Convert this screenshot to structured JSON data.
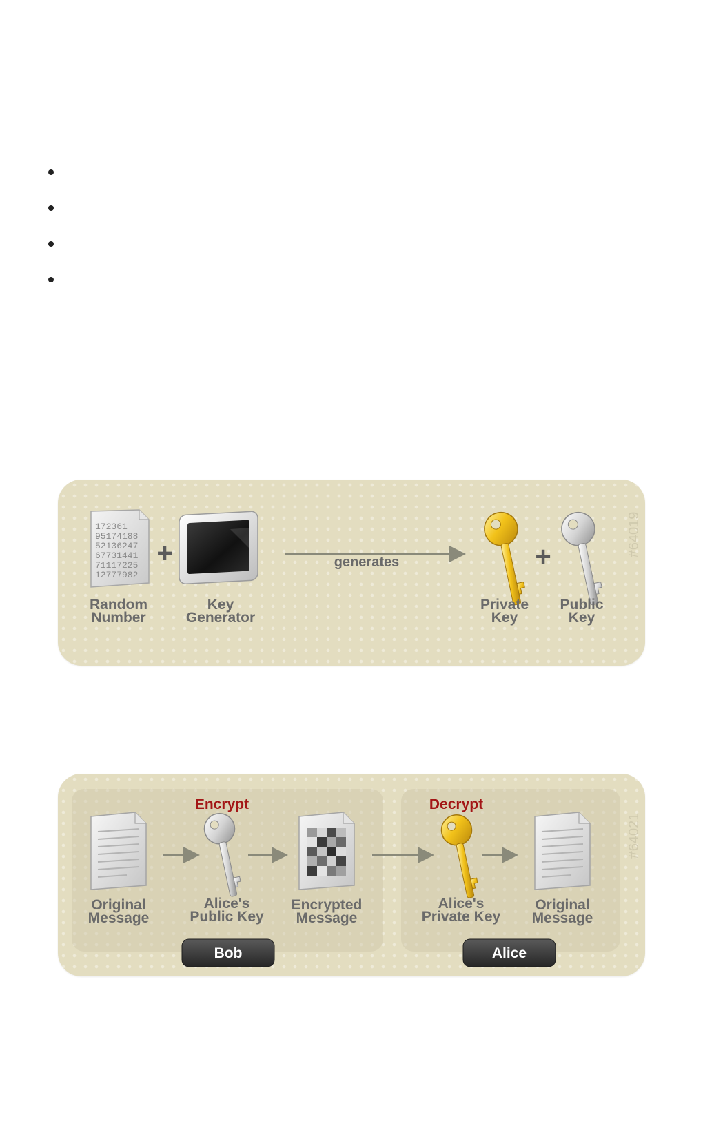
{
  "bullet_list": {
    "items": [
      "",
      "",
      "",
      ""
    ]
  },
  "figure1": {
    "random_number": {
      "label_line1": "Random",
      "label_line2": "Number",
      "digits": [
        "172361",
        "95174188",
        "52136247",
        "67731441",
        "71117225",
        "12777982"
      ]
    },
    "plus_symbol": "+",
    "key_generator": {
      "label_line1": "Key",
      "label_line2": "Generator"
    },
    "generates_label": "generates",
    "private_key": {
      "label_line1": "Private",
      "label_line2": "Key"
    },
    "public_key": {
      "label_line1": "Public",
      "label_line2": "Key"
    },
    "figure_id": "#64019"
  },
  "figure2": {
    "bob_original_message": {
      "label_line1": "Original",
      "label_line2": "Message"
    },
    "encrypt_label": "Encrypt",
    "alice_public_key": {
      "label_line1": "Alice's",
      "label_line2": "Public Key"
    },
    "encrypted_message": {
      "label_line1": "Encrypted",
      "label_line2": "Message"
    },
    "decrypt_label": "Decrypt",
    "alice_private_key": {
      "label_line1": "Alice's",
      "label_line2": "Private Key"
    },
    "alice_original_message": {
      "label_line1": "Original",
      "label_line2": "Message"
    },
    "bob_label": "Bob",
    "alice_label": "Alice",
    "figure_id": "#64021"
  },
  "colors": {
    "figure_background": "#e3ddc0",
    "gold_key": "#f2c21a",
    "silver_key": "#d8d8d8",
    "encrypt_decrypt_text": "#a31616",
    "pill_background": "#3a3a3a",
    "arrow": "#8a8a7a"
  }
}
